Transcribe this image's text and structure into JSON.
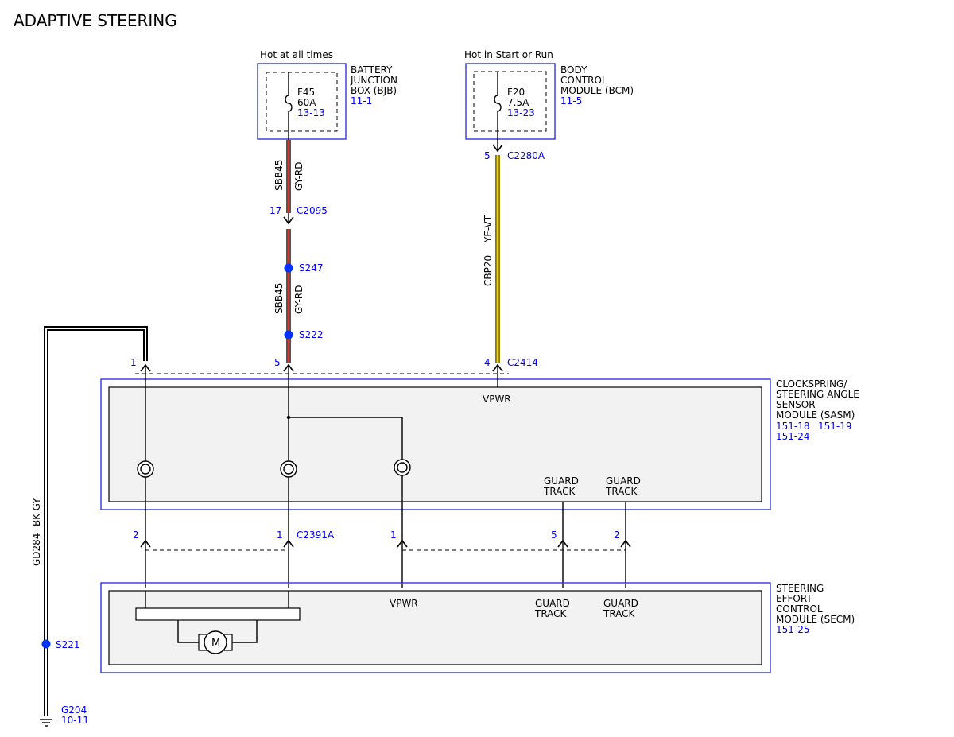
{
  "title": "ADAPTIVE STEERING",
  "bjb": {
    "power_label": "Hot at all times",
    "name_lines": [
      "BATTERY",
      "JUNCTION",
      "BOX (BJB)"
    ],
    "ref": "11-1",
    "fuse": "F45",
    "rating": "60A",
    "fuse_ref": "13-13"
  },
  "bcm": {
    "power_label": "Hot in Start or Run",
    "name_lines": [
      "BODY",
      "CONTROL",
      "MODULE (BCM)"
    ],
    "ref": "11-5",
    "fuse": "F20",
    "rating": "7.5A",
    "fuse_ref": "13-23"
  },
  "wires": {
    "sbb45_circuit": "SBB45",
    "sbb45_color": "GY-RD",
    "cbp20_circuit": "CBP20",
    "cbp20_color": "YE-VT",
    "gd284_circuit": "GD284",
    "gd284_color": "BK-GY"
  },
  "wire_colors": {
    "gy_rd_outer": "#555555",
    "gy_rd_inner": "#e0302a",
    "ye_vt_outer": "#8a7a00",
    "ye_vt_inner": "#f2d21a",
    "bk_gy": "#000000"
  },
  "connectors": {
    "c2280a": {
      "pin": "5",
      "name": "C2280A"
    },
    "c2095": {
      "pin": "17",
      "name": "C2095"
    },
    "c2414": {
      "pins": [
        "1",
        "5",
        "4"
      ],
      "name": "C2414"
    },
    "c2391a": {
      "pins": [
        "2",
        "1",
        "1",
        "5",
        "2"
      ],
      "name": "C2391A"
    }
  },
  "splices": {
    "s247": "S247",
    "s222": "S222",
    "s221": "S221"
  },
  "sasm": {
    "name_lines": [
      "CLOCKSPRING/",
      "STEERING ANGLE",
      "SENSOR",
      "MODULE (SASM)"
    ],
    "refs": [
      "151-18",
      "151-19",
      "151-24"
    ],
    "vpwr": "VPWR",
    "guard1": [
      "GUARD",
      "TRACK"
    ],
    "guard2": [
      "GUARD",
      "TRACK"
    ]
  },
  "secm": {
    "name_lines": [
      "STEERING",
      "EFFORT",
      "CONTROL",
      "MODULE (SECM)"
    ],
    "ref": "151-25",
    "vpwr": "VPWR",
    "guard1": [
      "GUARD",
      "TRACK"
    ],
    "guard2": [
      "GUARD",
      "TRACK"
    ],
    "motor": "M"
  },
  "ground": {
    "name": "G204",
    "ref": "10-11"
  }
}
